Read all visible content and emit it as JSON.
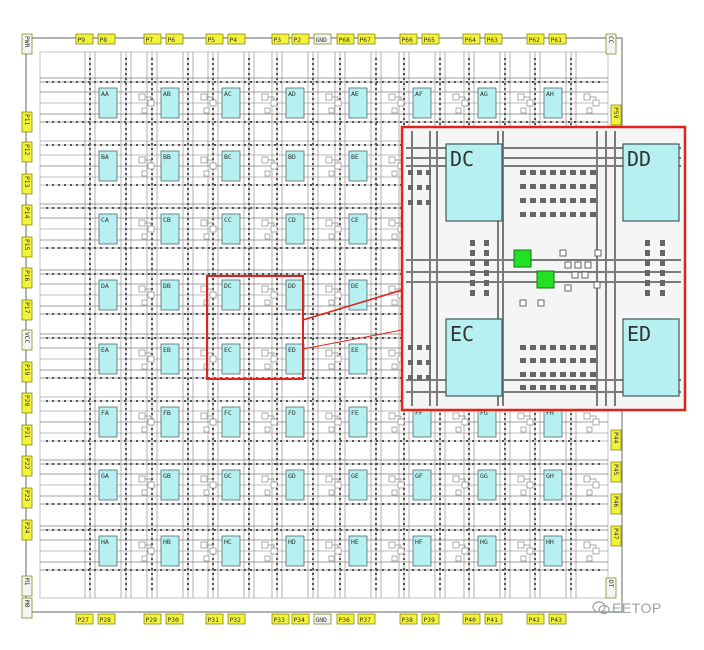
{
  "colors": {
    "block_fill": "#b6f0f0",
    "block_stroke": "#556b6b",
    "wire": "#7f7f7f",
    "dot": "#555555",
    "pad_fill": "#f3f33c",
    "pad_stroke": "#7a7a00",
    "pad_plain_fill": "#f4f4f4",
    "highlight": "#e0241d",
    "green_cell": "#22e022",
    "zoom_bg": "#f5f5f5",
    "text": "#333333"
  },
  "grid": {
    "rows": [
      "A",
      "B",
      "C",
      "D",
      "E",
      "F",
      "G",
      "H"
    ],
    "columns": [
      "A",
      "B",
      "C",
      "D",
      "E",
      "F",
      "G",
      "H"
    ]
  },
  "pads": {
    "top": [
      "P9",
      "P8",
      "P7",
      "P6",
      "P5",
      "P4",
      "P3",
      "P2",
      "GND",
      "P68",
      "P67",
      "P66",
      "P65",
      "P64",
      "P63",
      "P62",
      "P61"
    ],
    "bottom": [
      "P27",
      "P28",
      "P29",
      "P30",
      "P31",
      "P32",
      "P33",
      "P34",
      "GND",
      "P36",
      "P37",
      "P38",
      "P39",
      "P40",
      "P41",
      "P42",
      "P43"
    ],
    "left": [
      "P11",
      "P12",
      "P13",
      "P14",
      "P15",
      "P16",
      "P17",
      "VCC",
      "P19",
      "P20",
      "P21",
      "P22",
      "P23",
      "P24"
    ],
    "right": [
      "P59",
      "P44",
      "P45",
      "P46",
      "P47"
    ],
    "corners": {
      "top_left": "PWR",
      "top_right": "CC",
      "bottom_left_1": "M1",
      "bottom_left_2": "M0",
      "bottom_right": "DT"
    },
    "yellow": [
      "P9",
      "P8",
      "P7",
      "P6",
      "P5",
      "P4",
      "P3",
      "P2",
      "P68",
      "P67",
      "P66",
      "P65",
      "P64",
      "P63",
      "P62",
      "P61",
      "P27",
      "P28",
      "P29",
      "P30",
      "P31",
      "P32",
      "P33",
      "P34",
      "P36",
      "P37",
      "P38",
      "P39",
      "P40",
      "P41",
      "P42",
      "P43",
      "P11",
      "P12",
      "P13",
      "P14",
      "P15",
      "P16",
      "P17",
      "P19",
      "P20",
      "P21",
      "P22",
      "P23",
      "P24",
      "P59",
      "P44",
      "P45",
      "P46",
      "P47"
    ]
  },
  "zoom": {
    "blocks": [
      "DC",
      "DD",
      "EC",
      "ED"
    ]
  },
  "watermark": {
    "text": "EETOP"
  }
}
